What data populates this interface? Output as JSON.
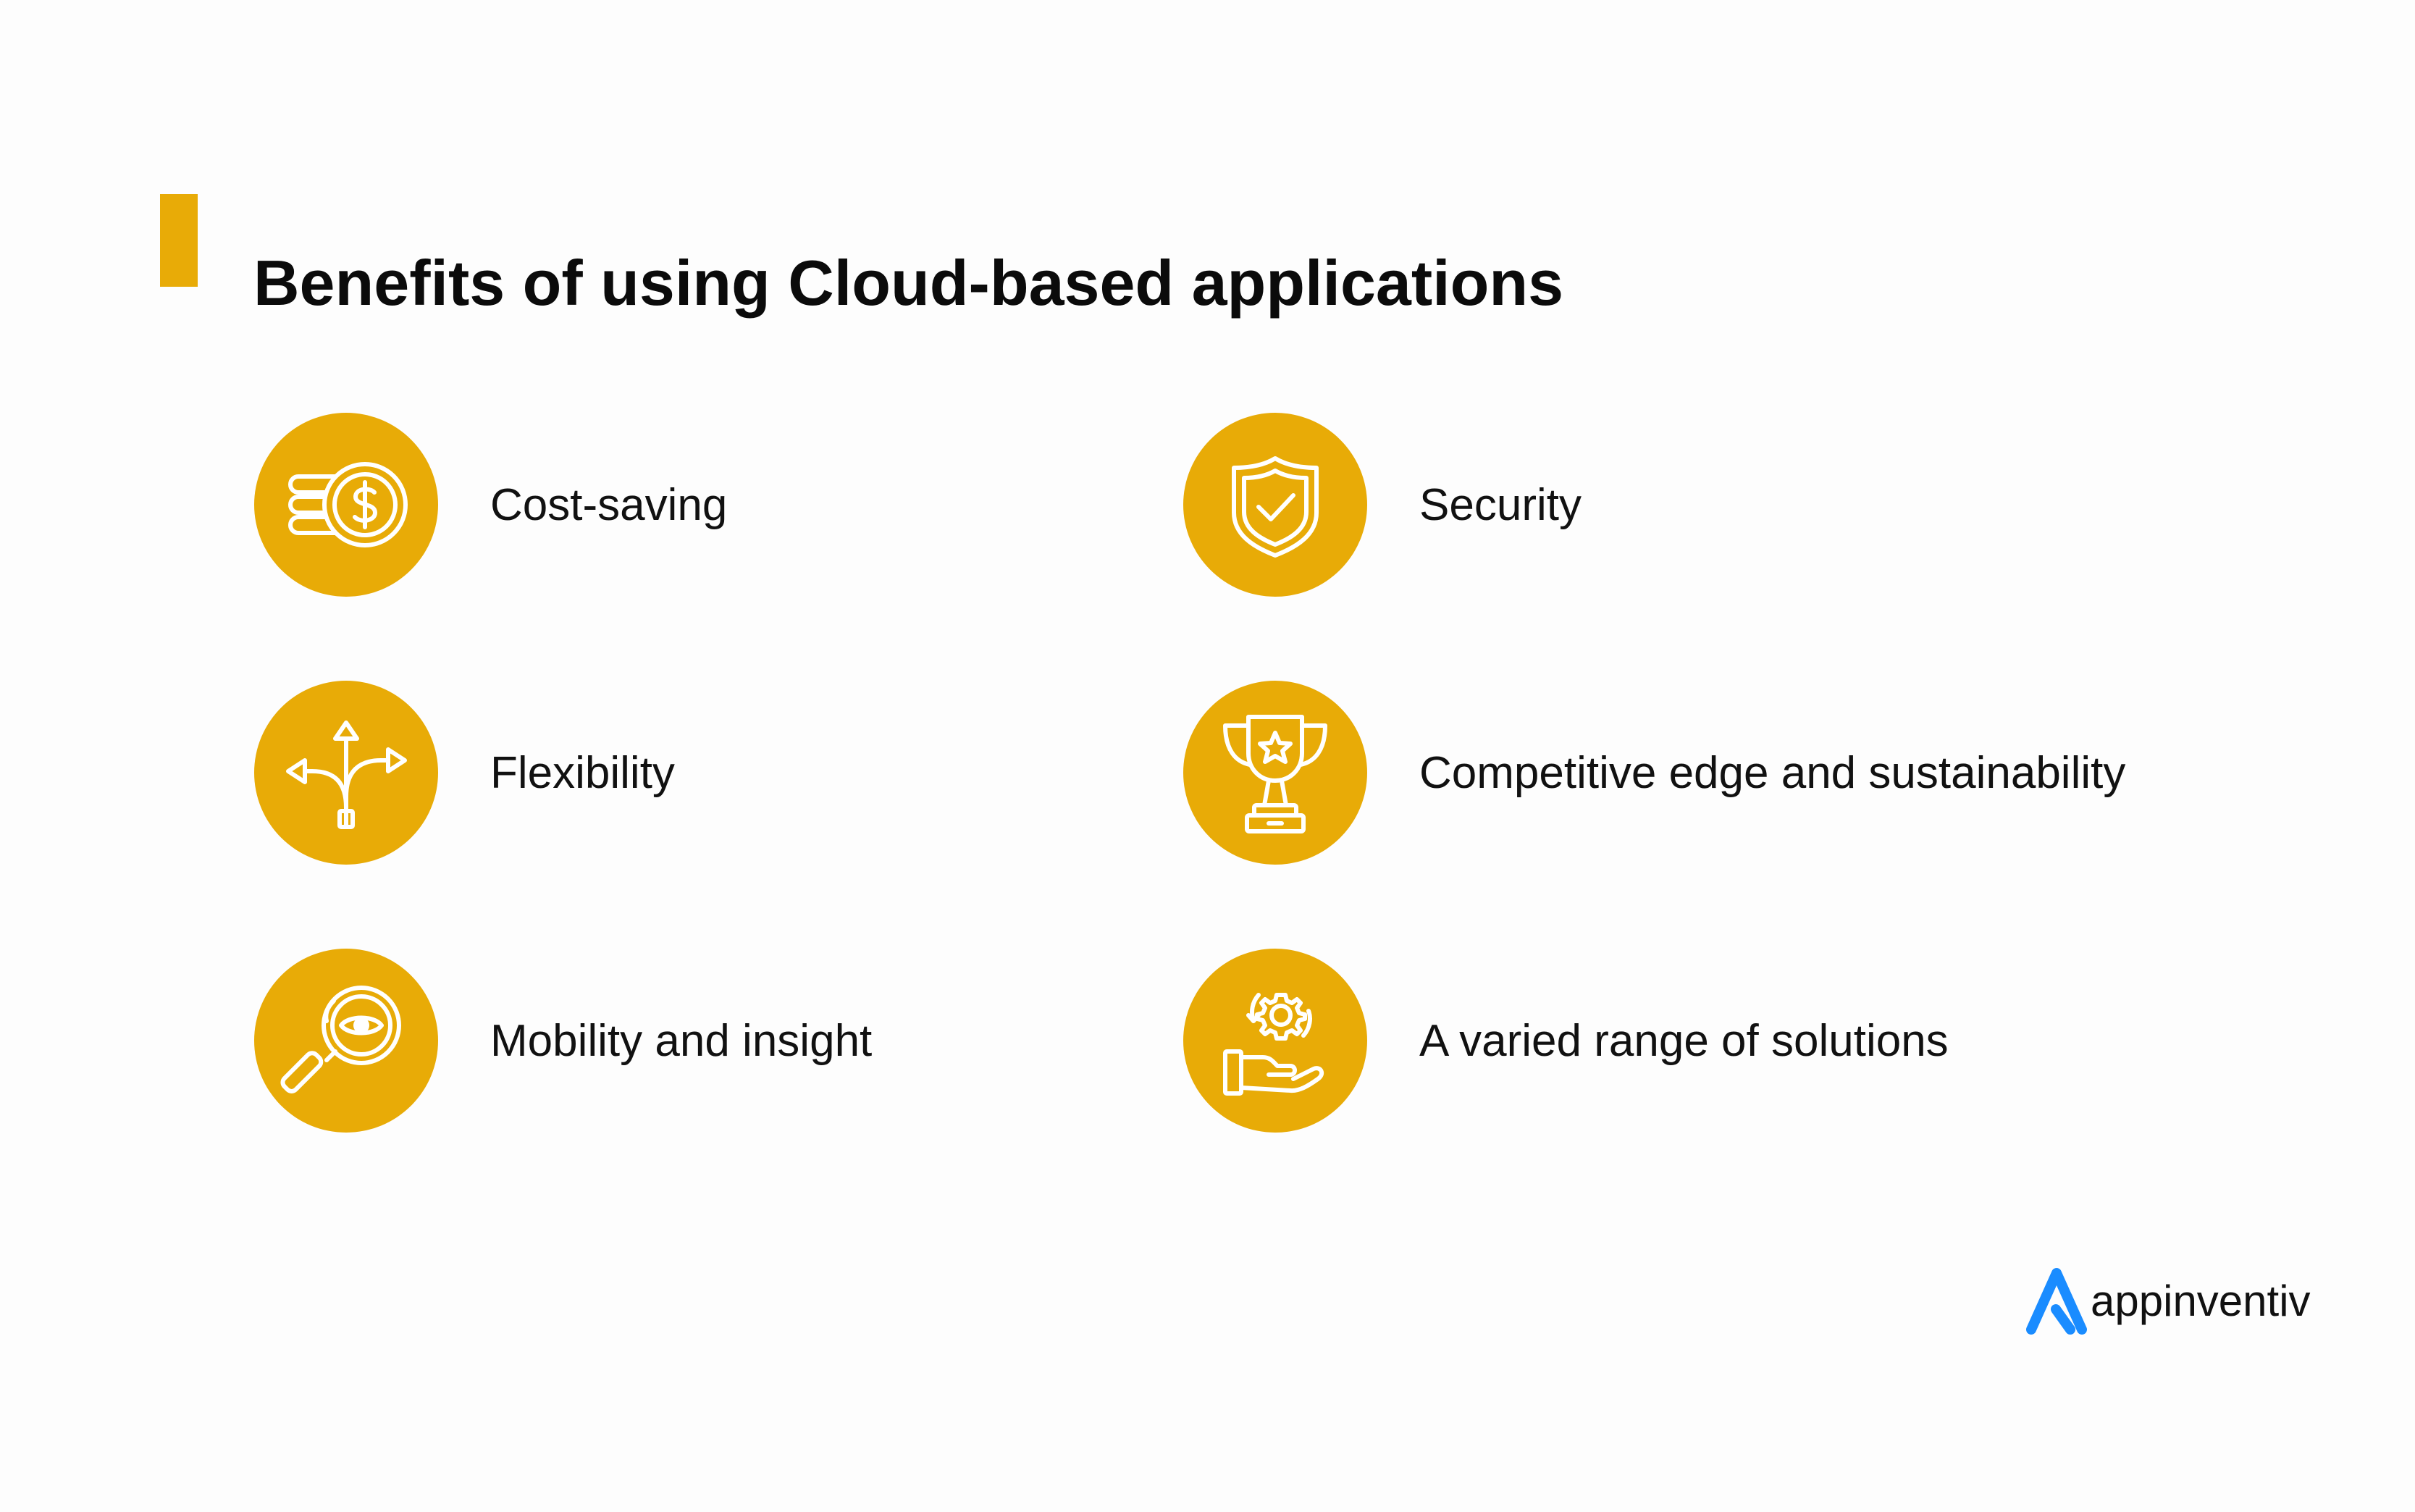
{
  "header": {
    "title": "Benefits of using Cloud-based applications"
  },
  "colors": {
    "accent": "#e8ab07",
    "icon_stroke": "#ffffff",
    "text": "#111111",
    "brand_blue": "#1a8cff"
  },
  "benefits": [
    {
      "label": "Cost-saving",
      "icon": "coins-dollar-icon"
    },
    {
      "label": "Security",
      "icon": "shield-check-icon"
    },
    {
      "label": "Flexibility",
      "icon": "split-arrows-icon"
    },
    {
      "label": "Competitive edge and sustainability",
      "icon": "trophy-star-icon"
    },
    {
      "label": "Mobility and insight",
      "icon": "magnifier-eye-icon"
    },
    {
      "label": "A varied range of solutions",
      "icon": "hand-gear-icon"
    }
  ],
  "brand": {
    "name": "appinventiv",
    "icon": "appinventiv-logo-icon"
  }
}
